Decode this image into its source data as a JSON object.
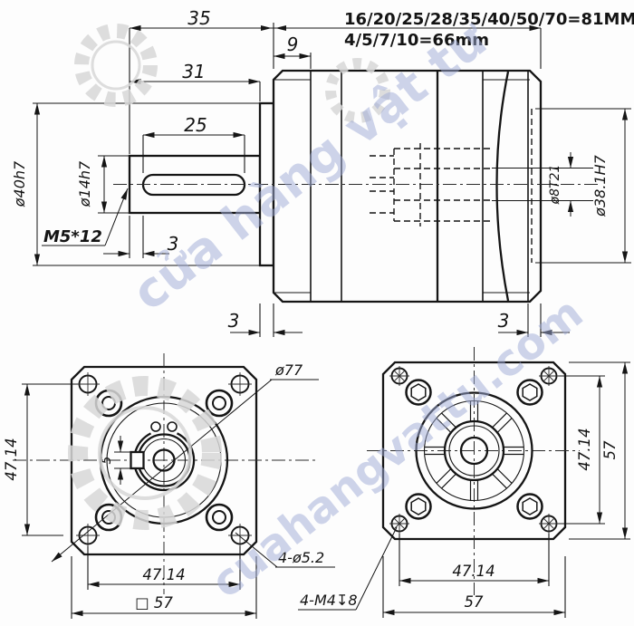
{
  "notes": {
    "multi_stage_length": "16/20/25/28/35/40/50/70=81MM",
    "single_stage_length": "4/5/7/10=66mm",
    "accent_color": "#d81414"
  },
  "side_view": {
    "dim_overall": "35",
    "dim_shaft_protrusion": "31",
    "dim_keyway_length": "25",
    "dim_front_plate": "9",
    "dim_output_pilot_dia": "ø40h7",
    "dim_shaft_dia": "ø14h7",
    "dim_shaft_tap": "M5*12",
    "dim_key_end_offset": "3",
    "dim_front_boss_height": "3",
    "dim_rear_boss_height": "3",
    "dim_input_bore": "ø8T21",
    "dim_input_pilot": "ø38.1H7"
  },
  "front_view": {
    "dim_corner_circle": "ø77",
    "dim_mount_holes": "4-ø5.2",
    "dim_hole_pitch_h": "47.14",
    "dim_hole_pitch_v": "47.14",
    "dim_flange_square": "□ 57",
    "dim_key_width": "5"
  },
  "rear_view": {
    "dim_hole_pitch_h": "47.14",
    "dim_hole_pitch_v": "47.14",
    "dim_flange_width": "57",
    "dim_flange_height": "57",
    "dim_tapped_holes": "4-M4↧8"
  },
  "watermark": {
    "line1": "cửa hàng vật tư",
    "line2": "cuahangvattu.com"
  }
}
